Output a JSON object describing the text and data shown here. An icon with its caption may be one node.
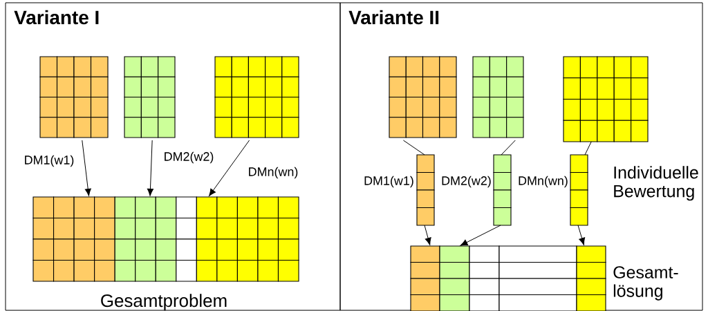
{
  "diagram": {
    "nodes": [
      {
        "text": [
          "Variante I"
        ]
      },
      {
        "text": [],
        "shape": "grid",
        "in": 0
      },
      {
        "text": [],
        "shape": "grid",
        "in": 0
      },
      {
        "text": [],
        "shape": "grid",
        "in": 0
      },
      {
        "text": [],
        "shape": "grid",
        "in": 0,
        "beside": [
          "Gesamtproblem"
        ]
      },
      {
        "text": [
          "Variante II"
        ]
      },
      {
        "text": [],
        "shape": "grid",
        "in": 5
      },
      {
        "text": [],
        "shape": "grid",
        "in": 5
      },
      {
        "text": [],
        "shape": "grid",
        "in": 5
      },
      {
        "text": [],
        "shape": "grid",
        "in": 5,
        "beside": [
          "DM1(w1)"
        ]
      },
      {
        "text": [],
        "shape": "grid",
        "in": 5,
        "beside": [
          "DM2(w2)"
        ]
      },
      {
        "text": [],
        "shape": "grid",
        "in": 5,
        "beside": [
          "DMn(wn)"
        ]
      },
      {
        "text": [],
        "shape": "grid",
        "in": 5,
        "beside": [
          "Gesamt- lösung"
        ]
      }
    ],
    "edges": [
      {
        "from": 1,
        "to": 4,
        "arrow": "to",
        "label": "DM1(w1)"
      },
      {
        "from": 2,
        "to": 4,
        "arrow": "to",
        "label": "DM2(w2)"
      },
      {
        "from": 3,
        "to": 4,
        "arrow": "to",
        "label": "DMn(wn)"
      },
      {
        "from": 6,
        "to": 9,
        "arrow": "none"
      },
      {
        "from": 7,
        "to": 10,
        "arrow": "none"
      },
      {
        "from": 8,
        "to": 11,
        "arrow": "none"
      },
      {
        "from": 9,
        "to": 12,
        "arrow": "to"
      },
      {
        "from": 10,
        "to": 12,
        "arrow": "to"
      },
      {
        "from": 11,
        "to": 12,
        "arrow": "to"
      }
    ],
    "labels": [
      "Individuelle Bewertung"
    ]
  }
}
